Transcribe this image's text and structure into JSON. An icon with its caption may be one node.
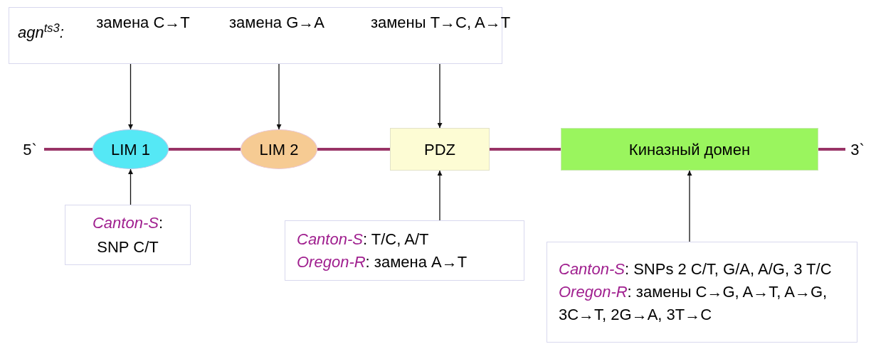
{
  "diagram": {
    "nodes": [
      {
        "text": [
          "agn$^{ts3}$:"
        ]
      },
      {
        "text": [
          "замена C→T"
        ],
        "in": 0
      },
      {
        "text": [
          "замена G→A"
        ],
        "in": 0
      },
      {
        "text": [
          "замены T→C, A→T"
        ],
        "in": 0
      },
      {
        "text": [
          "5`"
        ]
      },
      {
        "text": [
          "LIM 1"
        ]
      },
      {
        "text": [
          "LIM 2"
        ]
      },
      {
        "text": [
          "PDZ"
        ]
      },
      {
        "text": [
          "Киназный домен"
        ]
      },
      {
        "text": [
          "3`"
        ]
      },
      {
        "text": [
          "*Canton-S*:",
          "SNP C/T"
        ]
      },
      {
        "text": [
          "*Canton-S*: T/C, A/T",
          "*Oregon-R*: замена A→T"
        ]
      },
      {
        "text": [
          "*Canton-S*: SNPs 2 C/T, G/A, A/G, 3 T/C",
          "*Oregon-R*: замены C→G, A→T, A→G, 3C→T, 2G→A, 3T→C"
        ]
      }
    ],
    "edges": [
      {
        "from": 1,
        "to": 5,
        "arrow": "to"
      },
      {
        "from": 2,
        "to": 6,
        "arrow": "to"
      },
      {
        "from": 3,
        "to": 7,
        "arrow": "to"
      },
      {
        "from": 4,
        "to": 5,
        "arrow": "none",
        "style": "thick",
        "color": "#993366"
      },
      {
        "from": 5,
        "to": 6,
        "arrow": "none",
        "style": "thick",
        "color": "#993366"
      },
      {
        "from": 6,
        "to": 7,
        "arrow": "none",
        "style": "thick",
        "color": "#993366"
      },
      {
        "from": 7,
        "to": 8,
        "arrow": "none",
        "style": "thick",
        "color": "#993366"
      },
      {
        "from": 8,
        "to": 9,
        "arrow": "none",
        "style": "thick",
        "color": "#993366"
      },
      {
        "from": 10,
        "to": 5,
        "arrow": "to"
      },
      {
        "from": 11,
        "to": 7,
        "arrow": "to"
      },
      {
        "from": 12,
        "to": 8,
        "arrow": "to"
      }
    ]
  }
}
